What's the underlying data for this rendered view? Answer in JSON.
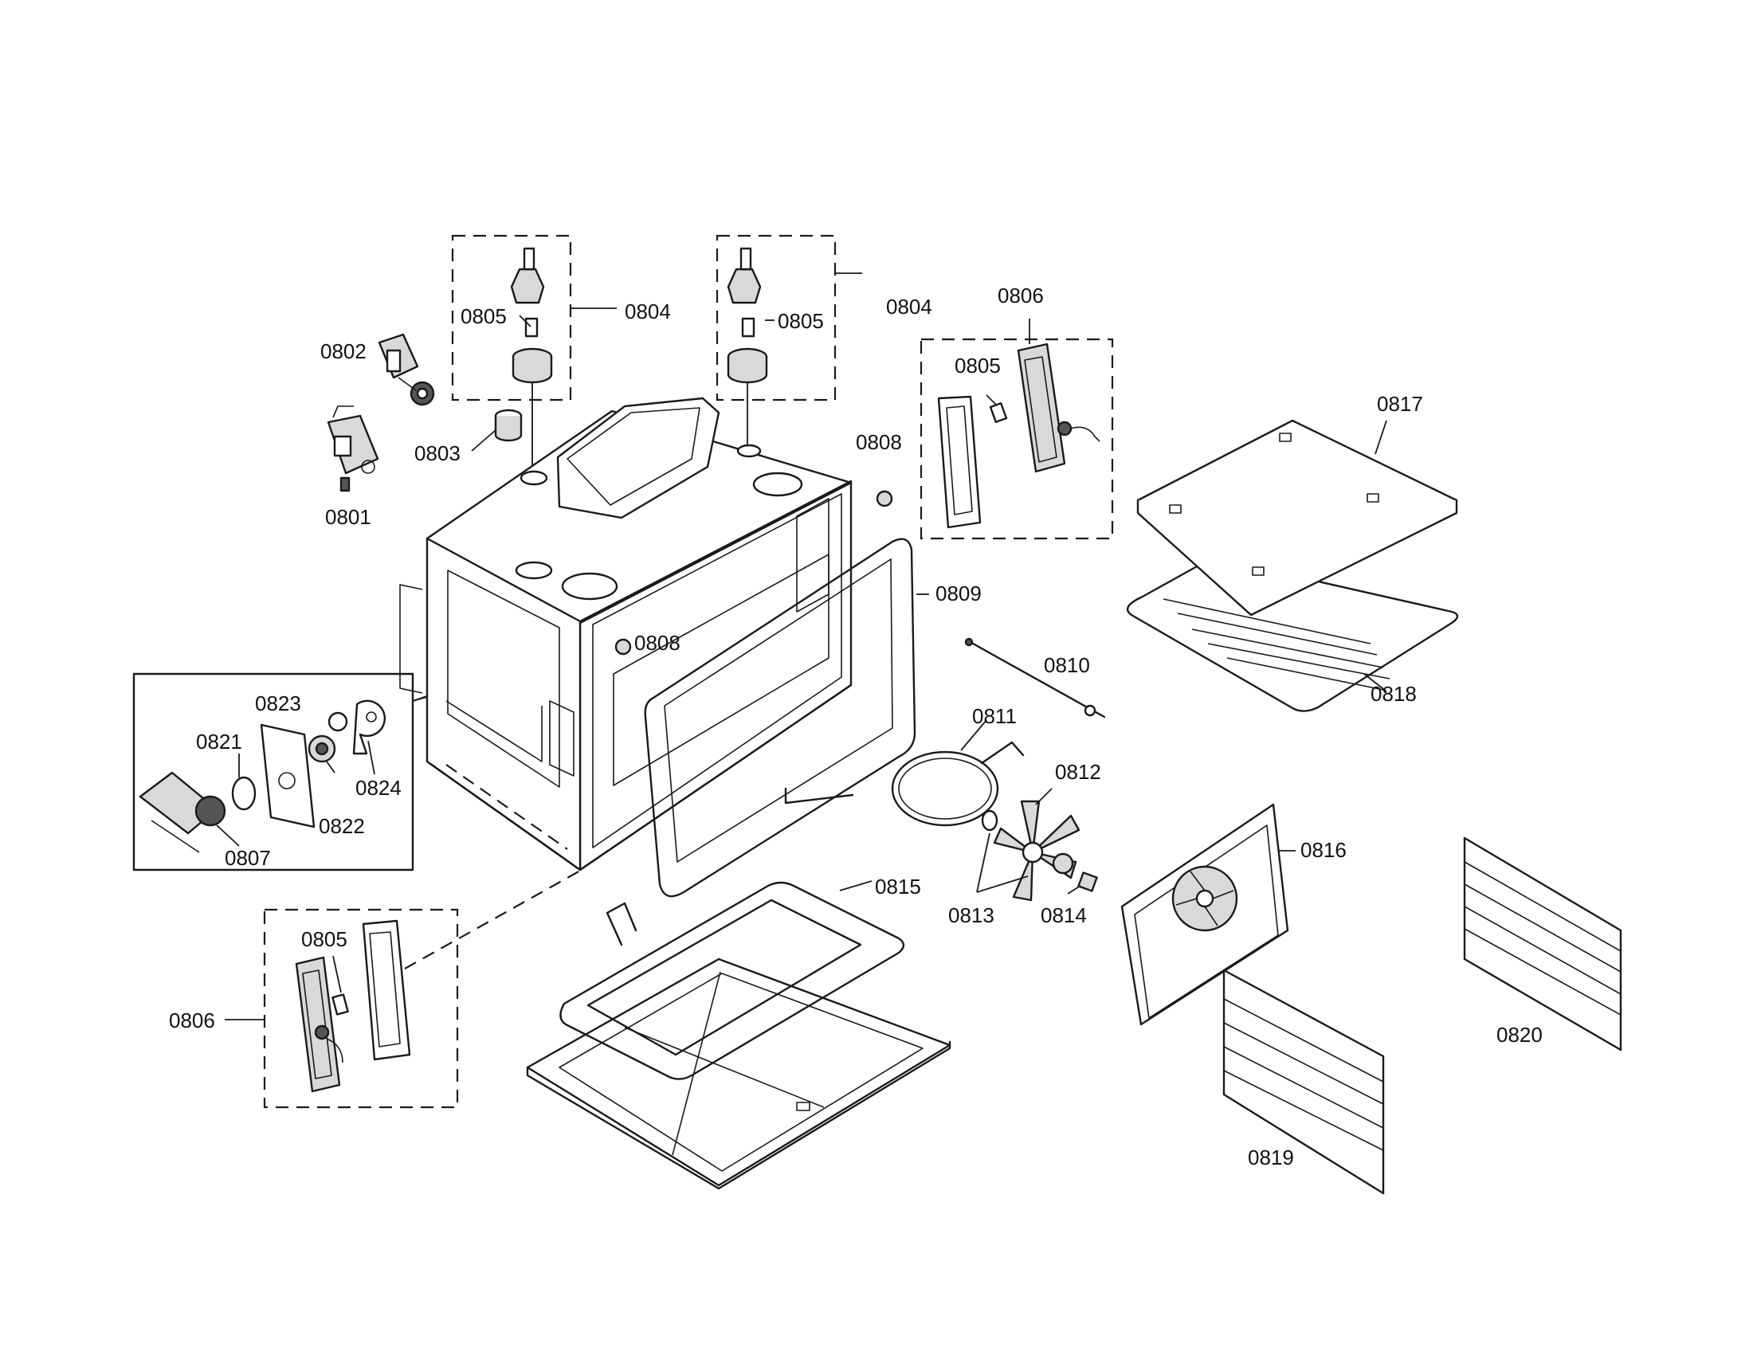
{
  "labels": {
    "p0801": "0801",
    "p0802": "0802",
    "p0803": "0803",
    "p0804": "0804",
    "p0804b": "0804",
    "p0805a": "0805",
    "p0805b": "0805",
    "p0805c": "0805",
    "p0805d": "0805",
    "p0806a": "0806",
    "p0806b": "0806",
    "p0807": "0807",
    "p0808a": "0808",
    "p0808b": "0808",
    "p0809": "0809",
    "p0810": "0810",
    "p0811": "0811",
    "p0812": "0812",
    "p0813": "0813",
    "p0814": "0814",
    "p0815": "0815",
    "p0816": "0816",
    "p0817": "0817",
    "p0818": "0818",
    "p0819": "0819",
    "p0820": "0820",
    "p0821": "0821",
    "p0822": "0822",
    "p0823": "0823",
    "p0824": "0824"
  }
}
